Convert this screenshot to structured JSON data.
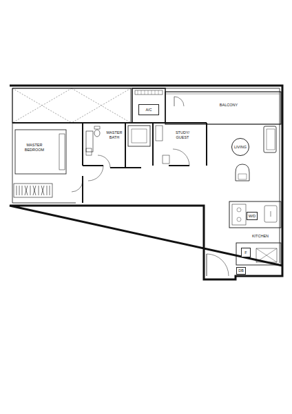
{
  "diagram": {
    "nodes": [
      {
        "text": [
          "A/C"
        ]
      },
      {
        "text": [
          "LIVING"
        ]
      },
      {
        "text": [
          "W/D"
        ]
      },
      {
        "text": [
          "F"
        ]
      },
      {
        "text": [
          "DB"
        ]
      }
    ],
    "labels": [
      "MASTER BEDROOM",
      "MASTER BATH",
      "STUDY/ GUEST",
      "BALCONY",
      "KITCHEN"
    ]
  }
}
